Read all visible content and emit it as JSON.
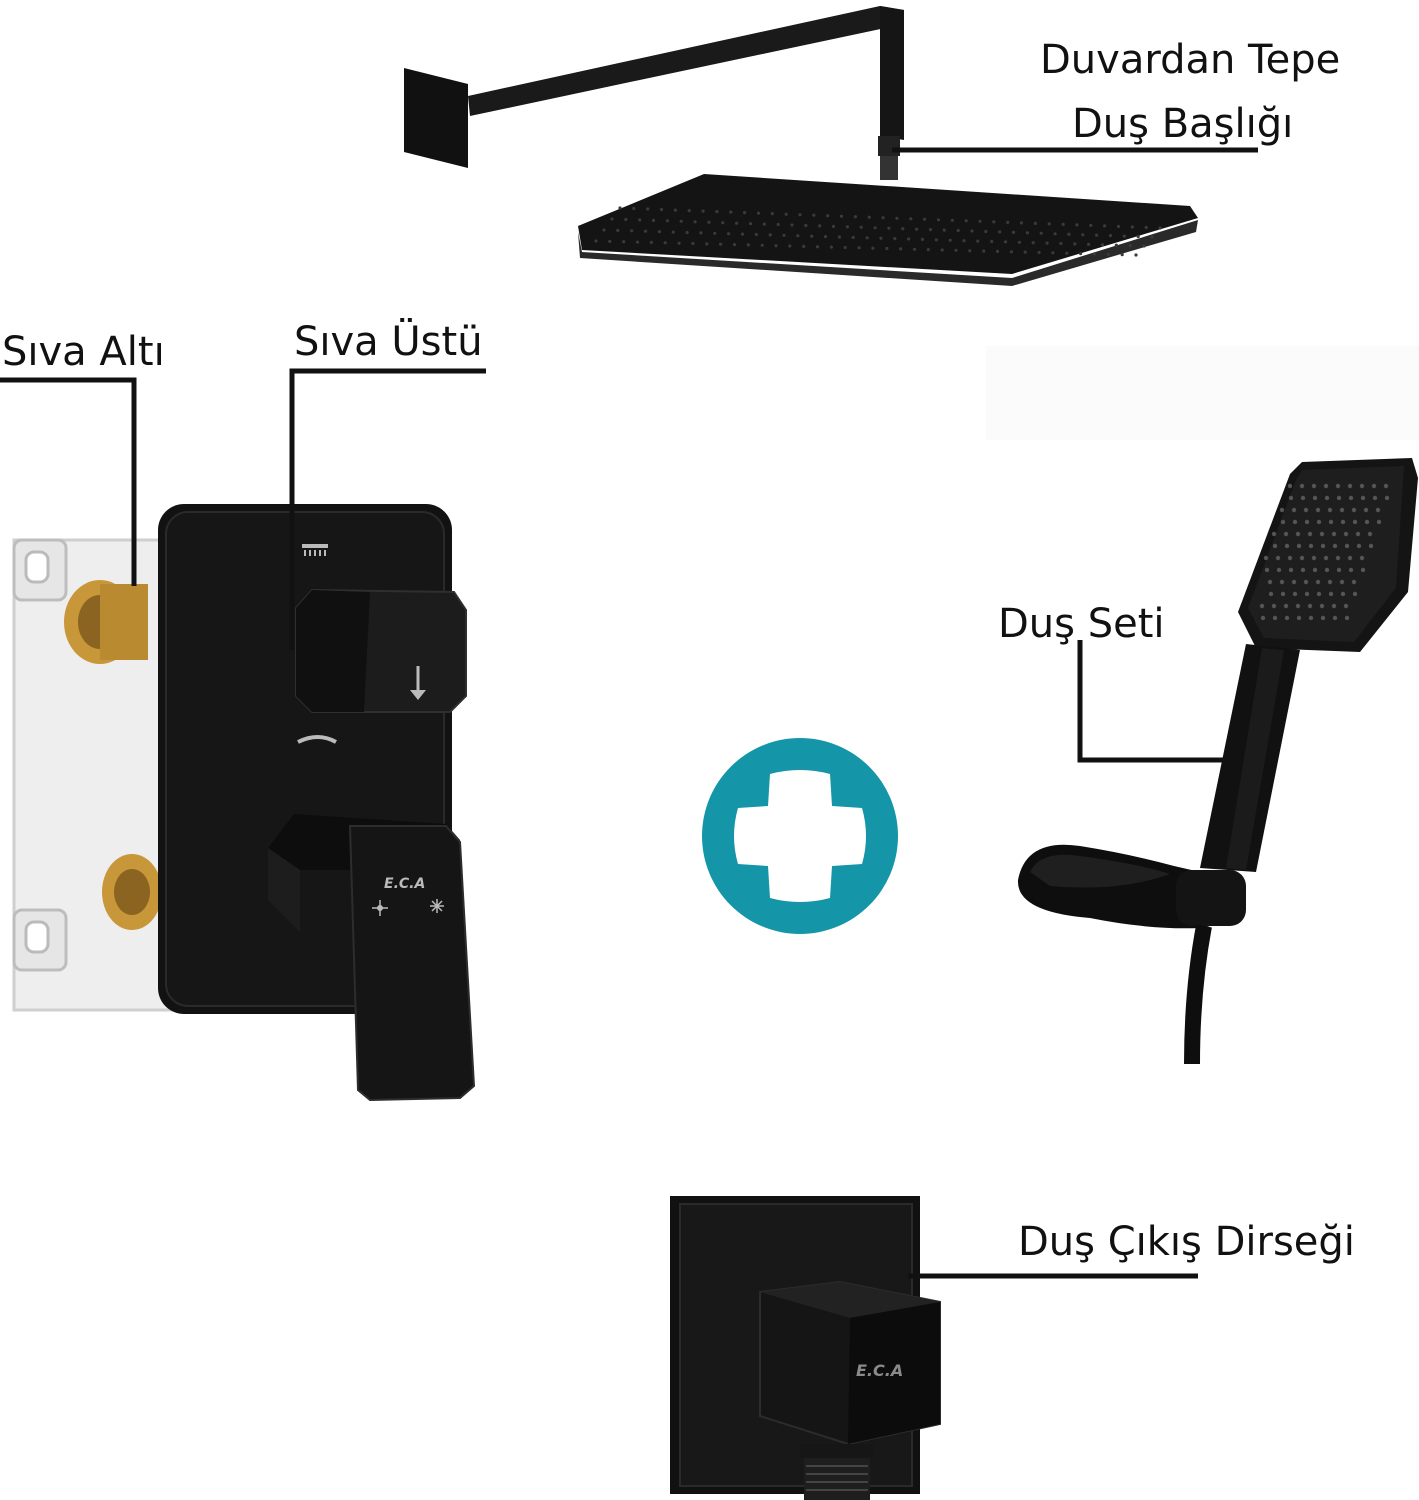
{
  "labels": {
    "overhead_title_line1": "Duvardan Tepe",
    "overhead_title_line2": "Duş Başlığı",
    "concealed": "Sıva Altı",
    "surface": "Sıva Üstü",
    "shower_set": "Duş Seti",
    "elbow": "Duş Çıkış Dirseği"
  },
  "brand": "E.C.A",
  "colors": {
    "product_black": "#111111",
    "plus_teal": "#1596a8",
    "brass": "#c8973a",
    "box_white": "#f2f2f2",
    "line": "#111111"
  },
  "icons": [
    "plus-icon",
    "hot-icon",
    "cold-icon",
    "arrow-down-icon",
    "overhead-shower-icon",
    "hand-shower-icon"
  ]
}
